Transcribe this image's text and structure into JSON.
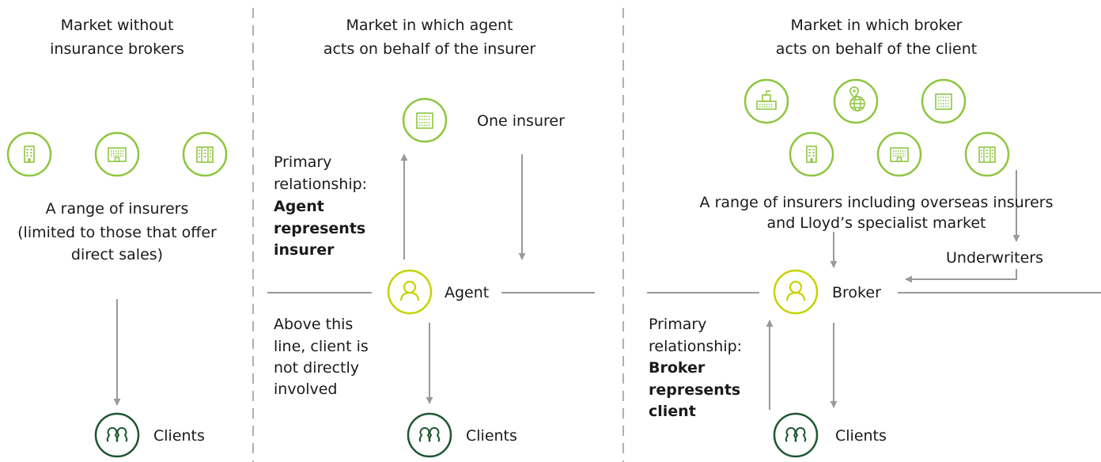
{
  "panels": {
    "left": {
      "heading_line1": "Market without",
      "heading_line2": "insurance brokers",
      "insurers_line1": "A range of insurers",
      "insurers_line2": "(limited to those that offer",
      "insurers_line3": "direct sales)",
      "clients_label": "Clients"
    },
    "middle": {
      "heading_line1": "Market in which agent",
      "heading_line2": "acts on behalf of the insurer",
      "insurer_label": "One insurer",
      "primary_line1": "Primary",
      "primary_line2": "relationship:",
      "primary_bold1": "Agent",
      "primary_bold2": "represents",
      "primary_bold3": "insurer",
      "agent_label": "Agent",
      "note_line1": "Above this",
      "note_line2": "line, client is",
      "note_line3": "not directly",
      "note_line4": "involved",
      "clients_label": "Clients"
    },
    "right": {
      "heading_line1": "Market in which broker",
      "heading_line2": "acts on behalf of the client",
      "insurers_line1": "A range of insurers including overseas insurers",
      "insurers_line2": "and Lloyd’s specialist market",
      "underwriters_label": "Underwriters",
      "broker_label": "Broker",
      "primary_line1": "Primary",
      "primary_line2": "relationship:",
      "primary_bold1": "Broker",
      "primary_bold2": "represents",
      "primary_bold3": "client",
      "clients_label": "Clients"
    }
  },
  "icons": {
    "insurer": "building-icon",
    "agent": "person-icon",
    "clients": "group-icon",
    "globe": "globe-icon"
  },
  "colors": {
    "green_light": "#8DC63F",
    "yellow_green": "#C5D300",
    "dark_green": "#1E5631",
    "divider": "#B0B0B0",
    "arrow": "#999999"
  }
}
